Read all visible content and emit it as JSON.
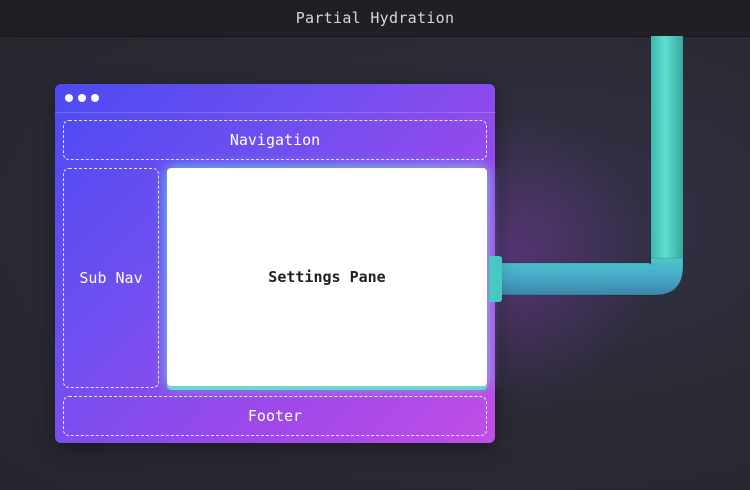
{
  "header": {
    "title": "Partial Hydration"
  },
  "diagram": {
    "navigation_label": "Navigation",
    "subnav_label": "Sub Nav",
    "settings_pane_label": "Settings Pane",
    "footer_label": "Footer"
  },
  "colors": {
    "background": "#2b2b36",
    "window_gradient_start": "#4c4af2",
    "window_gradient_end": "#c24ee6",
    "pipe_color": "#4fcfc2",
    "pane_glow": "#6ef0e1"
  }
}
